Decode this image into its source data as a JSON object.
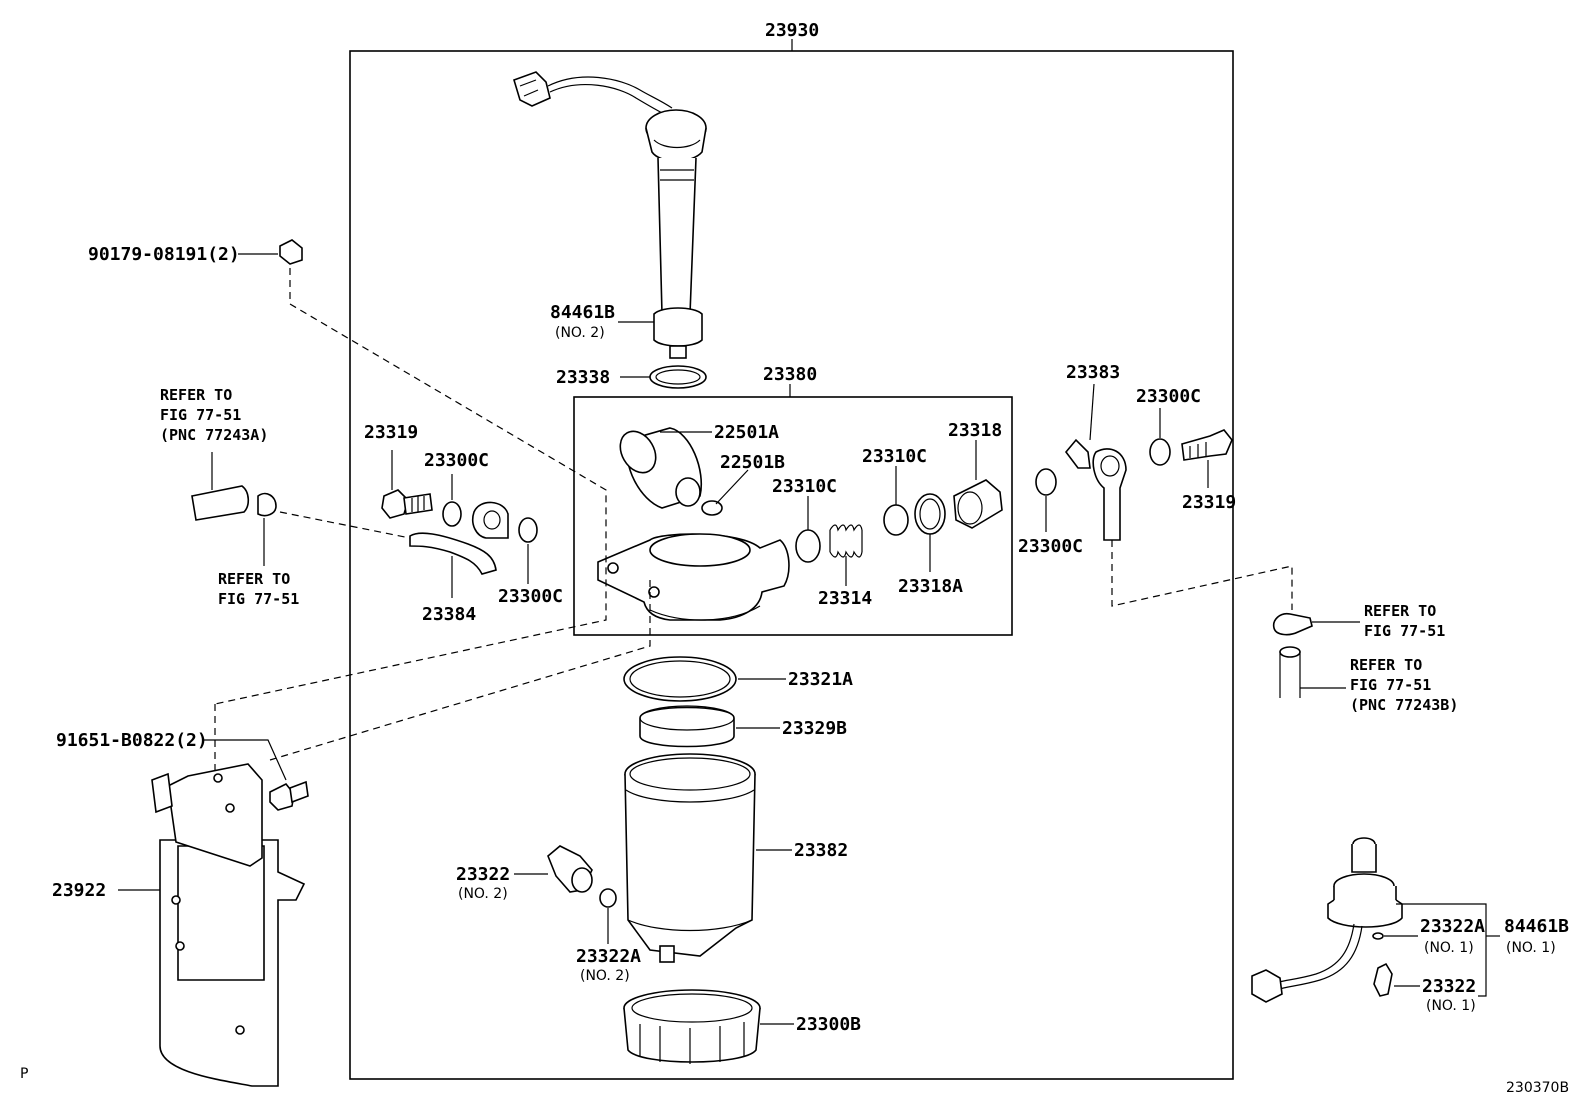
{
  "callouts": {
    "assy": "23930",
    "sensor_part": "84461B",
    "sensor_no2": "(NO. 2)",
    "oring_23338": "23338",
    "head_assy": "23380",
    "p_22501A": "22501A",
    "p_22501B": "22501B",
    "p_23310C_a": "23310C",
    "p_23310C_b": "23310C",
    "p_23318": "23318",
    "p_23314": "23314",
    "p_23318A": "23318A",
    "p_23383": "23383",
    "p_23300C_r1": "23300C",
    "p_23300C_r2": "23300C",
    "p_23319_r": "23319",
    "p_23319_l": "23319",
    "p_23300C_l1": "23300C",
    "p_23300C_l2": "23300C",
    "p_23384": "23384",
    "nut": "90179-08191(2)",
    "bolt": "91651-B0822(2)",
    "bracket": "23922",
    "p_23321A": "23321A",
    "p_23329B": "23329B",
    "p_23382": "23382",
    "p_23322": "23322",
    "p_23322_no2": "(NO. 2)",
    "p_23322A": "23322A",
    "p_23322A_no2": "(NO. 2)",
    "p_23300B": "23300B",
    "inset_23322A": "23322A",
    "inset_23322A_no1": "(NO. 1)",
    "inset_84461B": "84461B",
    "inset_84461B_no1": "(NO. 1)",
    "inset_23322": "23322",
    "inset_23322_no1": "(NO. 1)"
  },
  "refs": {
    "left_hose_1": "REFER TO",
    "left_hose_2": "FIG 77-51",
    "left_hose_3": "(PNC 77243A)",
    "left_clamp_1": "REFER TO",
    "left_clamp_2": "FIG 77-51",
    "right_clamp_1": "REFER TO",
    "right_clamp_2": "FIG 77-51",
    "right_hose_1": "REFER TO",
    "right_hose_2": "FIG 77-51",
    "right_hose_3": "(PNC 77243B)"
  },
  "footer": {
    "left_mark": "P",
    "figure_code": "230370B"
  }
}
